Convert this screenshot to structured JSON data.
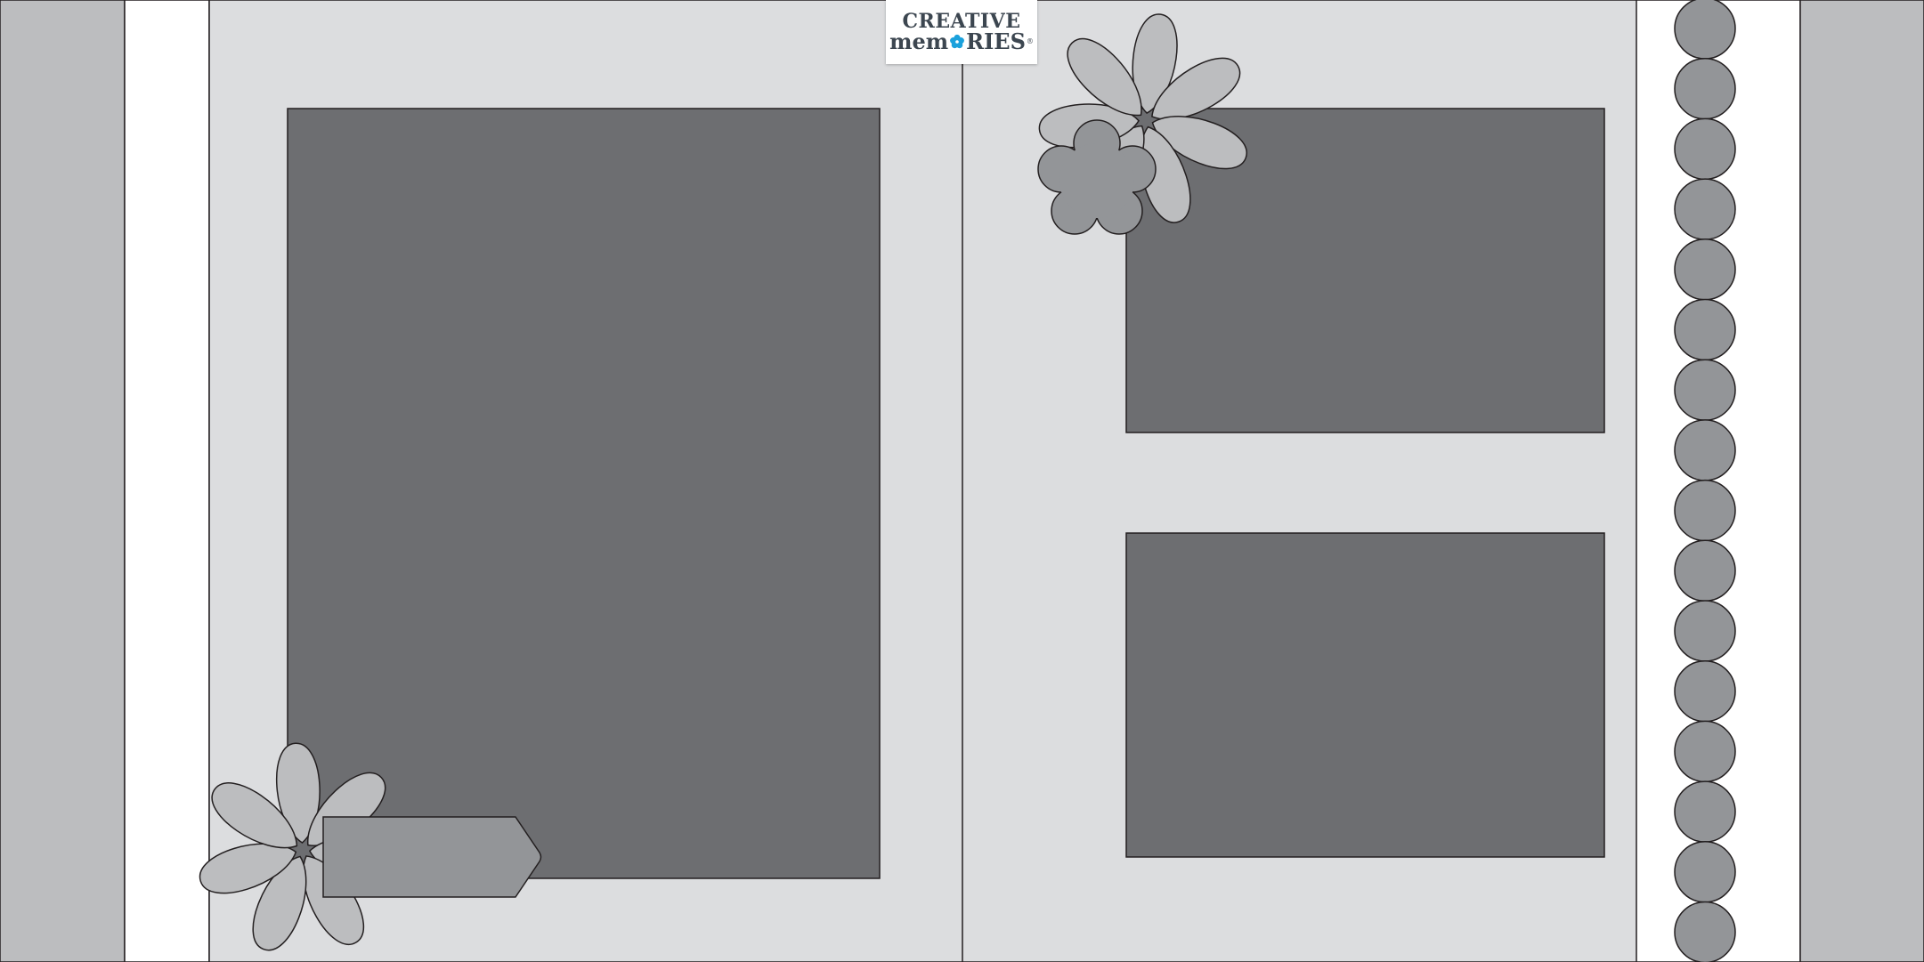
{
  "logo": {
    "line1": "CREATIVE",
    "line2_before": "mem",
    "line2_after": "RIES",
    "trademark": "®",
    "bloom_icon": "blue-flower-icon"
  },
  "colors": {
    "outer_strip": "#bcbdbf",
    "white_strip": "#ffffff",
    "background": "#dcdddf",
    "photo_block": "#6d6e71",
    "dot": "#939598",
    "light_flower": "#bcbdbf",
    "mid_flower": "#939598",
    "tag": "#939598",
    "outline": "#231f20",
    "logo_accent": "#1ba1dc"
  },
  "layout": {
    "photo_blocks": 3,
    "dots_in_border": 16,
    "flowers": 3,
    "tags": 1
  }
}
